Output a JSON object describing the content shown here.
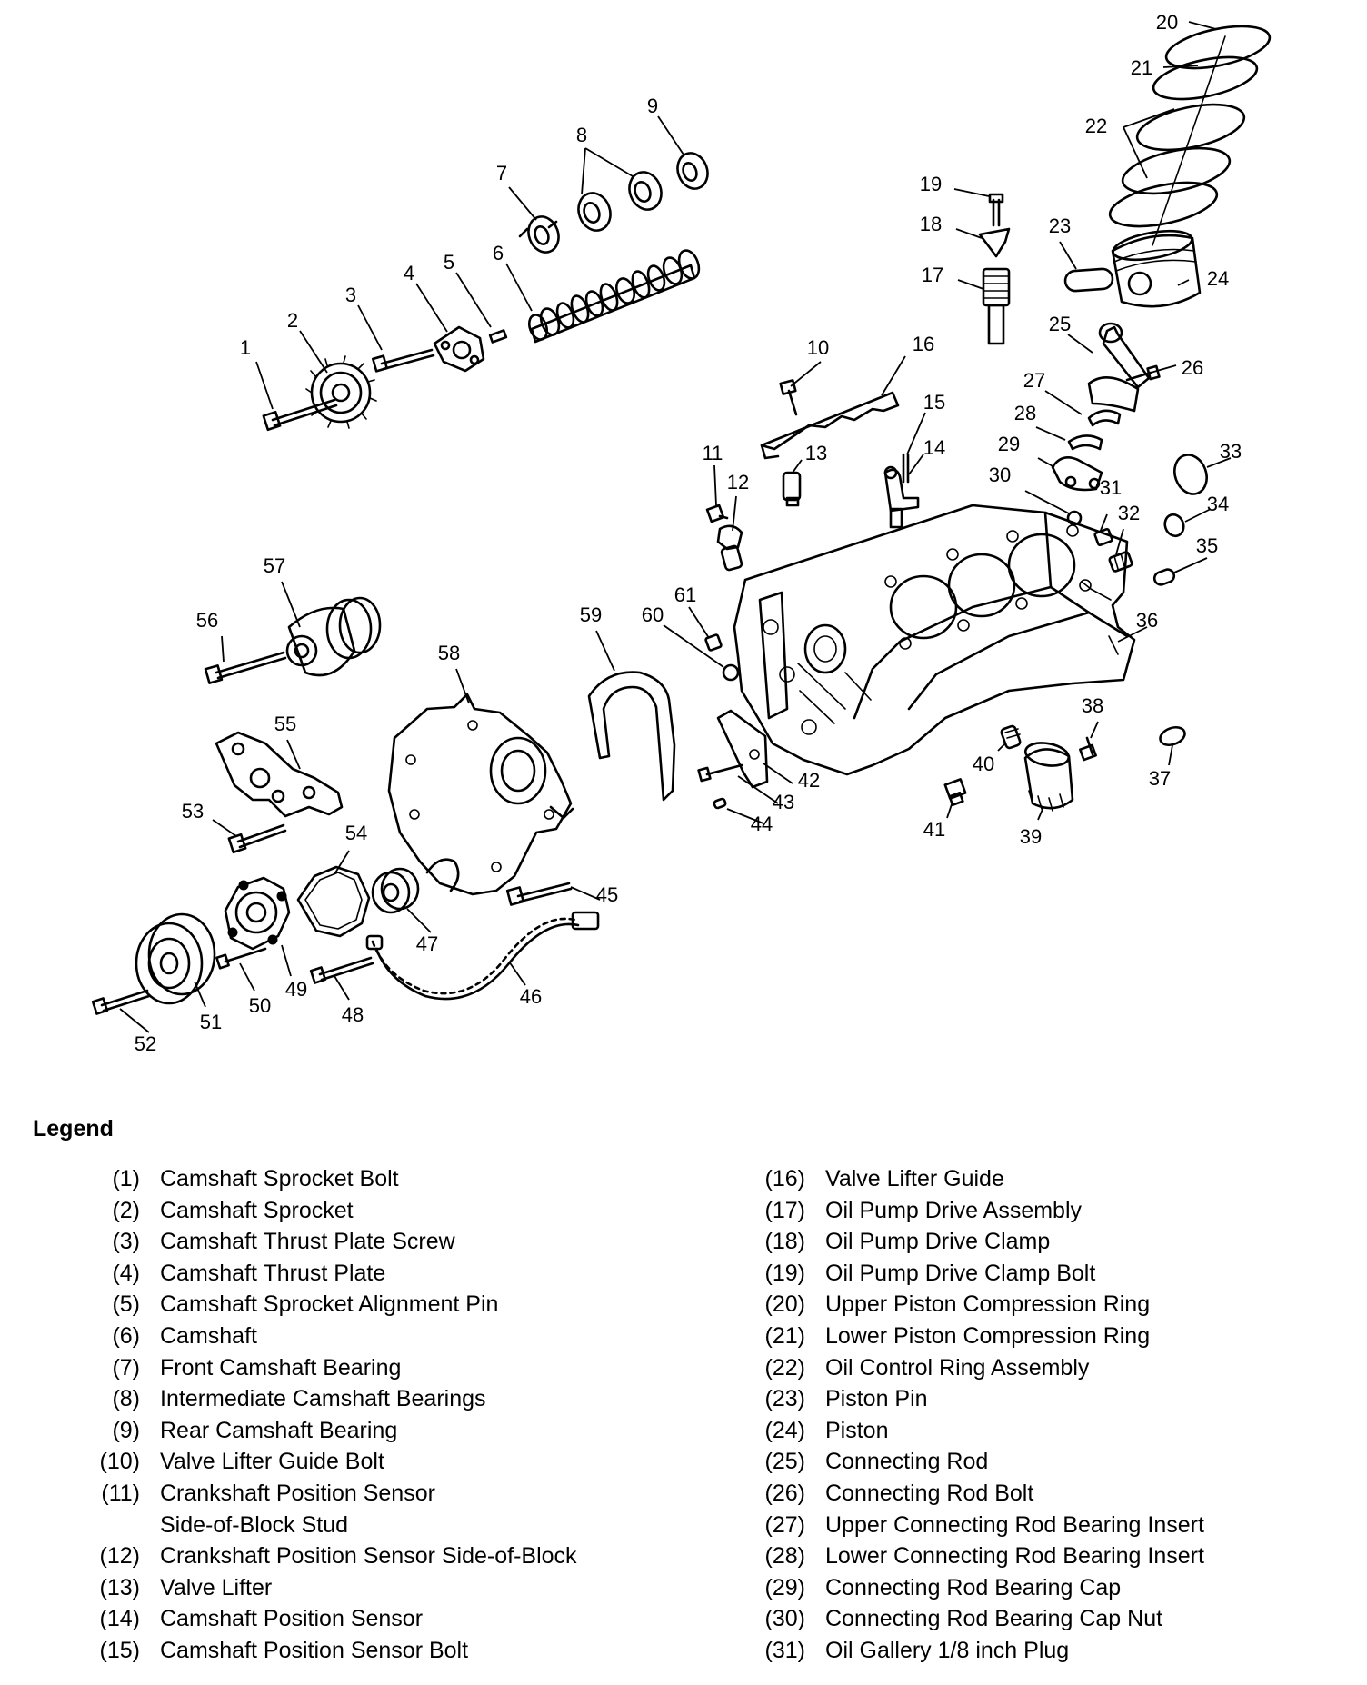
{
  "legend": {
    "title": "Legend",
    "left": [
      {
        "num": "(1)",
        "label": "Camshaft Sprocket Bolt"
      },
      {
        "num": "(2)",
        "label": "Camshaft Sprocket"
      },
      {
        "num": "(3)",
        "label": "Camshaft Thrust Plate Screw"
      },
      {
        "num": "(4)",
        "label": "Camshaft Thrust Plate"
      },
      {
        "num": "(5)",
        "label": "Camshaft Sprocket Alignment Pin"
      },
      {
        "num": "(6)",
        "label": "Camshaft"
      },
      {
        "num": "(7)",
        "label": "Front Camshaft Bearing"
      },
      {
        "num": "(8)",
        "label": "Intermediate Camshaft Bearings"
      },
      {
        "num": "(9)",
        "label": "Rear Camshaft Bearing"
      },
      {
        "num": "(10)",
        "label": "Valve Lifter Guide Bolt"
      },
      {
        "num": "(11)",
        "label": "Crankshaft Position Sensor\nSide-of-Block Stud"
      },
      {
        "num": "(12)",
        "label": "Crankshaft Position Sensor Side-of-Block"
      },
      {
        "num": "(13)",
        "label": "Valve Lifter"
      },
      {
        "num": "(14)",
        "label": "Camshaft Position Sensor"
      },
      {
        "num": "(15)",
        "label": "Camshaft Position Sensor Bolt"
      }
    ],
    "right": [
      {
        "num": "(16)",
        "label": "Valve Lifter Guide"
      },
      {
        "num": "(17)",
        "label": "Oil Pump Drive Assembly"
      },
      {
        "num": "(18)",
        "label": "Oil Pump Drive Clamp"
      },
      {
        "num": "(19)",
        "label": "Oil Pump Drive Clamp Bolt"
      },
      {
        "num": "(20)",
        "label": "Upper Piston Compression Ring"
      },
      {
        "num": "(21)",
        "label": "Lower Piston Compression Ring"
      },
      {
        "num": "(22)",
        "label": "Oil Control Ring Assembly"
      },
      {
        "num": "(23)",
        "label": "Piston Pin"
      },
      {
        "num": "(24)",
        "label": "Piston"
      },
      {
        "num": "(25)",
        "label": "Connecting Rod"
      },
      {
        "num": "(26)",
        "label": "Connecting Rod Bolt"
      },
      {
        "num": "(27)",
        "label": "Upper Connecting Rod Bearing Insert"
      },
      {
        "num": "(28)",
        "label": "Lower Connecting Rod Bearing Insert"
      },
      {
        "num": "(29)",
        "label": "Connecting Rod Bearing Cap"
      },
      {
        "num": "(30)",
        "label": "Connecting Rod Bearing Cap Nut"
      },
      {
        "num": "(31)",
        "label": "Oil Gallery 1/8 inch Plug"
      }
    ]
  },
  "callouts": [
    "1",
    "2",
    "3",
    "4",
    "5",
    "6",
    "7",
    "8",
    "9",
    "10",
    "11",
    "12",
    "13",
    "14",
    "15",
    "16",
    "17",
    "18",
    "19",
    "20",
    "21",
    "22",
    "23",
    "24",
    "25",
    "26",
    "27",
    "28",
    "29",
    "30",
    "31",
    "32",
    "33",
    "34",
    "35",
    "36",
    "37",
    "38",
    "39",
    "40",
    "41",
    "42",
    "43",
    "44",
    "45",
    "46",
    "47",
    "48",
    "49",
    "50",
    "51",
    "52",
    "53",
    "54",
    "55",
    "56",
    "57",
    "58",
    "59",
    "60",
    "61"
  ]
}
